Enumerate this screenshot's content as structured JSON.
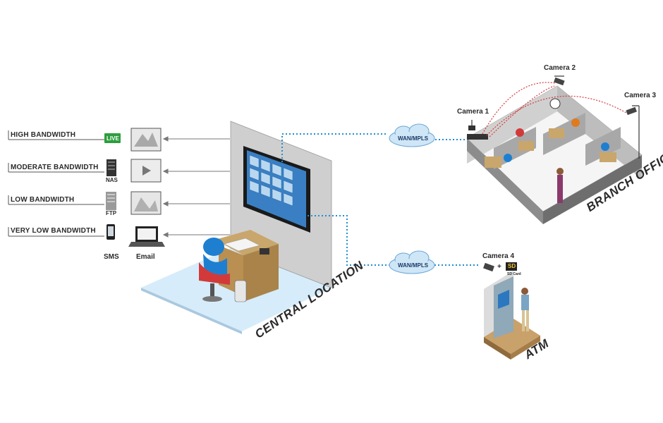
{
  "bandwidth_tiers": [
    {
      "label": "HIGH BANDWIDTH",
      "device": "LIVE"
    },
    {
      "label": "MODERATE BANDWIDTH",
      "device": "NAS"
    },
    {
      "label": "LOW BANDWIDTH",
      "device": "FTP"
    },
    {
      "label": "VERY LOW BANDWIDTH",
      "device": "SMS"
    }
  ],
  "email_label": "Email",
  "network_links": [
    "WAN/MPLS",
    "WAN/MPLS"
  ],
  "cameras": [
    "Camera 1",
    "Camera 2",
    "Camera 3",
    "Camera 4"
  ],
  "sd_card": {
    "badge": "SD",
    "caption": "SD Card"
  },
  "locations": {
    "central": "CENTRAL LOCATION",
    "branch": "BRANCH OFFICE",
    "atm": "ATM"
  },
  "colors": {
    "live_green": "#2e9e3e",
    "link_blue": "#1f8fd0",
    "cloud_blue": "#cfe6f7",
    "floor_blue": "#d6ecfa",
    "wall_gray": "#cfcfcf",
    "signal_red": "#d63a3a"
  }
}
